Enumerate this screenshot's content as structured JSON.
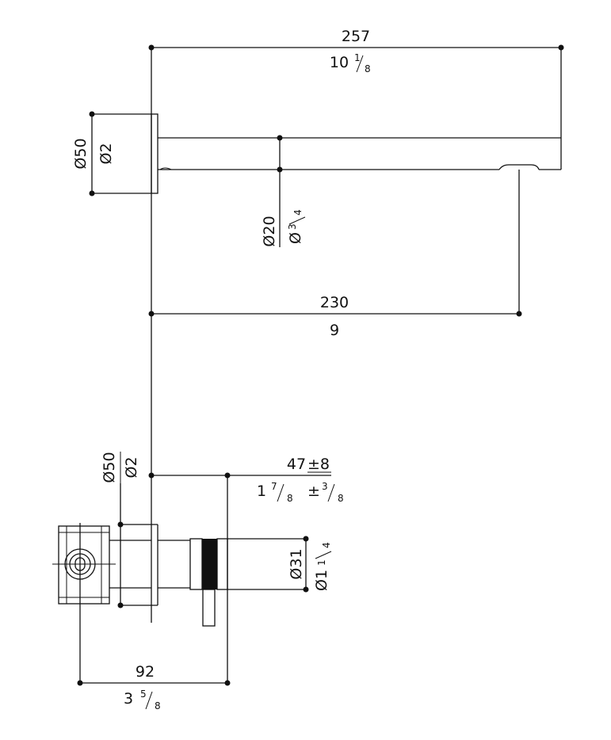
{
  "spout": {
    "length_mm": "257",
    "length_in_whole": "10",
    "length_in_num": "1",
    "length_in_den": "8",
    "plate_dia_mm": "Ø50",
    "plate_dia_in": "Ø2",
    "tube_dia_mm": "Ø20",
    "tube_dia_in": "Ø",
    "tube_dia_in_num": "3",
    "tube_dia_in_den": "4",
    "reach_mm": "230",
    "reach_in": "9"
  },
  "valve": {
    "plate_dia_mm": "Ø50",
    "plate_dia_in": "Ø2",
    "projection_mm": "47",
    "projection_tol_mm": "±8",
    "projection_in_whole": "1",
    "projection_in_num": "7",
    "projection_in_den": "8",
    "projection_tol_in": "±",
    "projection_tol_in_num": "3",
    "projection_tol_in_den": "8",
    "handle_dia_mm": "Ø31",
    "handle_dia_in": "Ø1",
    "handle_dia_in_num": "1",
    "handle_dia_in_den": "4",
    "depth_mm": "92",
    "depth_in_whole": "3",
    "depth_in_num": "5",
    "depth_in_den": "8"
  }
}
